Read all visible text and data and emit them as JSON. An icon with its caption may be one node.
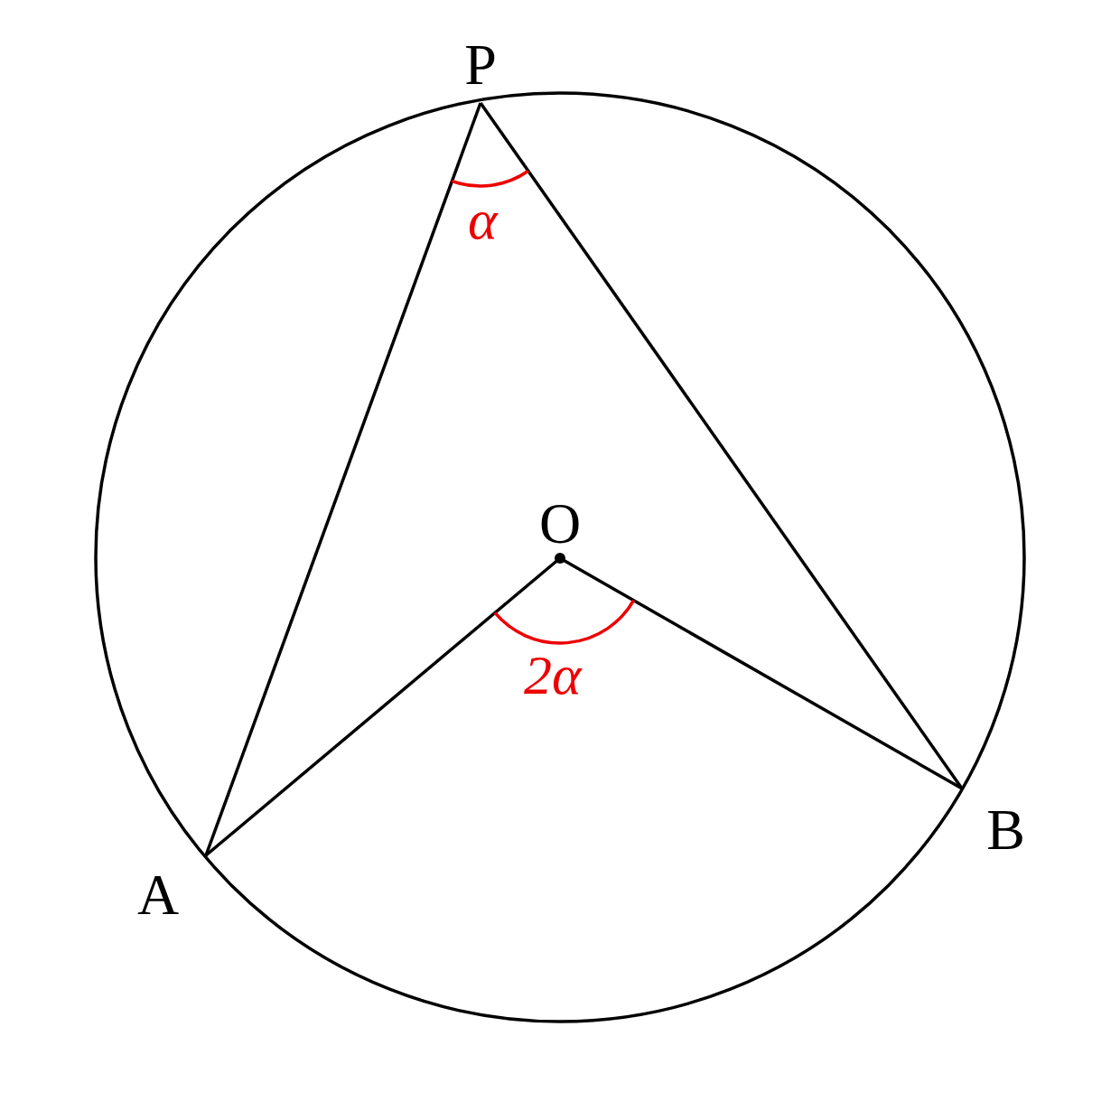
{
  "diagram": {
    "nodes": [
      {
        "text": [
          "P"
        ]
      },
      {
        "text": [
          "O"
        ]
      },
      {
        "text": [
          "A"
        ]
      },
      {
        "text": [
          "B"
        ]
      }
    ],
    "edges": [
      {
        "from": 0,
        "to": 2,
        "arrow": "none"
      },
      {
        "from": 0,
        "to": 3,
        "arrow": "none"
      },
      {
        "from": 1,
        "to": 2,
        "arrow": "none"
      },
      {
        "from": 1,
        "to": 3,
        "arrow": "none"
      }
    ],
    "labels": [
      "α",
      "2α"
    ]
  }
}
